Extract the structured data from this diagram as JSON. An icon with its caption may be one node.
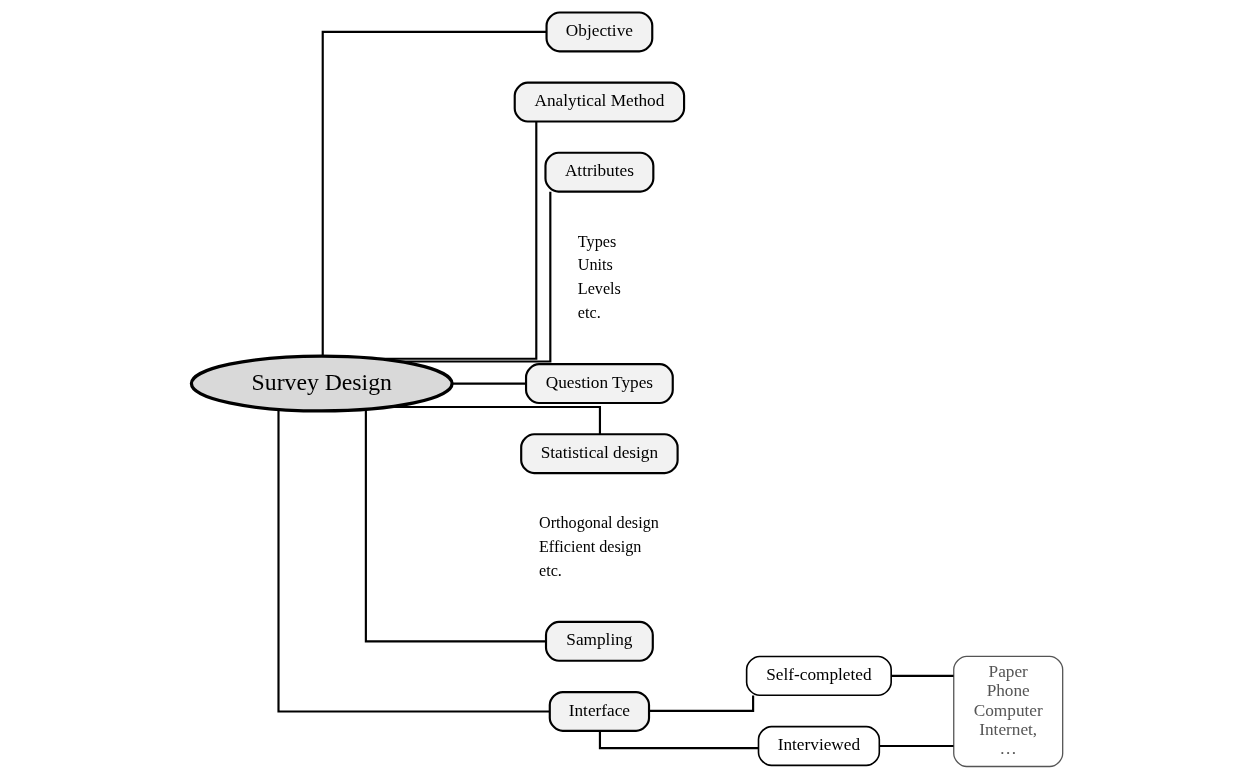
{
  "diagram": {
    "nodes": [
      {
        "text": [
          "Survey Design"
        ]
      },
      {
        "text": [
          "Objective"
        ]
      },
      {
        "text": [
          "Analytical Method"
        ]
      },
      {
        "text": [
          "Attributes"
        ],
        "beside": [
          "Types",
          "Units",
          "Levels",
          "etc."
        ]
      },
      {
        "text": [
          "Question Types"
        ]
      },
      {
        "text": [
          "Statistical design"
        ],
        "beside": [
          "Orthogonal design",
          "Efficient design",
          "etc."
        ]
      },
      {
        "text": [
          "Sampling"
        ]
      },
      {
        "text": [
          "Interface"
        ]
      },
      {
        "text": [
          "Self-completed"
        ]
      },
      {
        "text": [
          "Interviewed"
        ]
      },
      {
        "text": [
          "Paper Phone Computer Internet, …"
        ]
      }
    ],
    "edges": [
      {
        "from": 0,
        "to": 1,
        "arrow": "none"
      },
      {
        "from": 0,
        "to": 2,
        "arrow": "none"
      },
      {
        "from": 0,
        "to": 3,
        "arrow": "none"
      },
      {
        "from": 0,
        "to": 4,
        "arrow": "none"
      },
      {
        "from": 0,
        "to": 5,
        "arrow": "none"
      },
      {
        "from": 0,
        "to": 6,
        "arrow": "none"
      },
      {
        "from": 0,
        "to": 7,
        "arrow": "none"
      },
      {
        "from": 7,
        "to": 8,
        "arrow": "none"
      },
      {
        "from": 7,
        "to": 9,
        "arrow": "none"
      },
      {
        "from": 8,
        "to": 10,
        "arrow": "none"
      },
      {
        "from": 9,
        "to": 10,
        "arrow": "none"
      }
    ]
  }
}
